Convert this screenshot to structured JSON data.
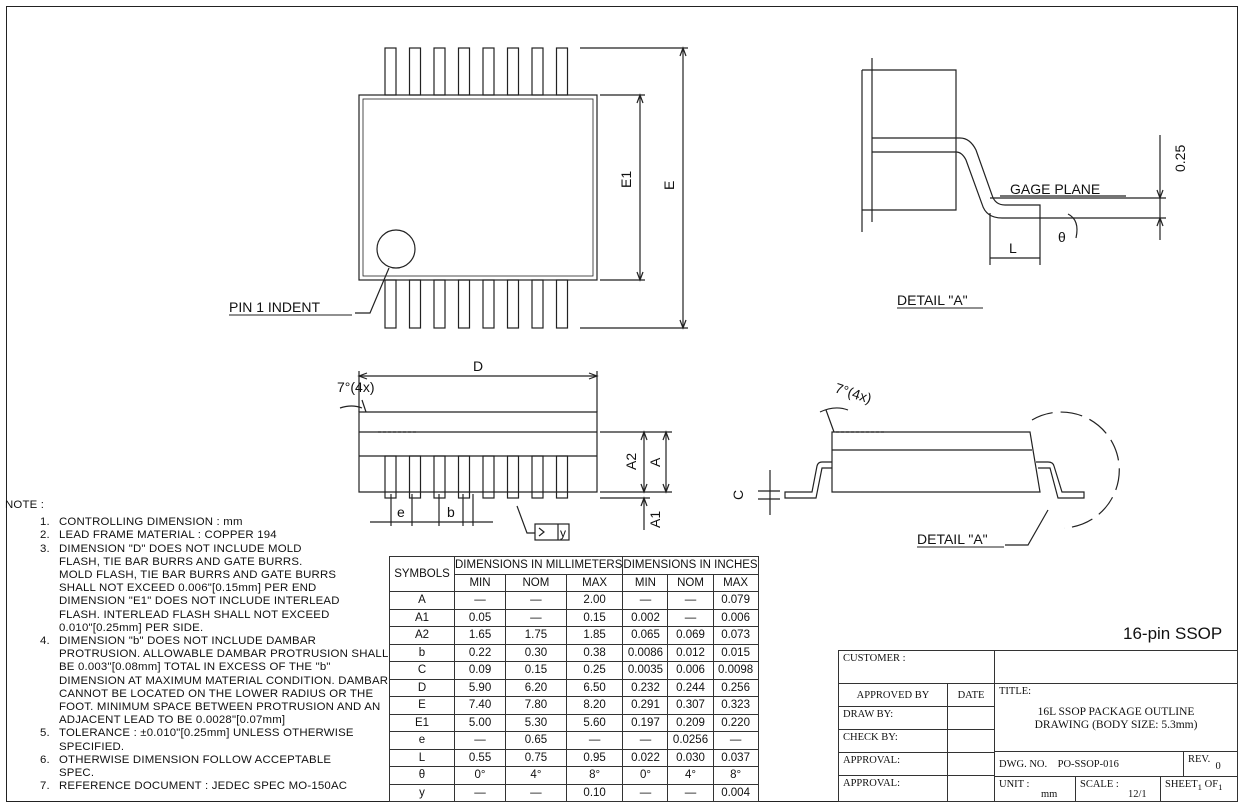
{
  "drawing": {
    "pin1_label": "PIN 1 INDENT",
    "dim_E1": "E1",
    "dim_E": "E",
    "dim_D": "D",
    "dim_A": "A",
    "dim_A1": "A1",
    "dim_A2": "A2",
    "dim_b": "b",
    "dim_e": "e",
    "dim_C": "C",
    "dim_L": "L",
    "dim_theta": "θ",
    "dim_y": "y",
    "angle_left": "7°(4x)",
    "angle_right": "7°(4x)",
    "gage_plane": "GAGE PLANE",
    "gage_value": "0.25",
    "detail_a_title": "DETAIL \"A\"",
    "detail_a_callout": "DETAIL \"A\"",
    "package_name": "16-pin SSOP"
  },
  "notes": {
    "heading": "NOTE :",
    "items": [
      {
        "num": "1.",
        "text": "CONTROLLING DIMENSION : mm"
      },
      {
        "num": "2.",
        "text": "LEAD FRAME MATERIAL : COPPER 194"
      },
      {
        "num": "3.",
        "text": "DIMENSION \"D\" DOES NOT INCLUDE MOLD\nFLASH, TIE BAR BURRS AND GATE BURRS.\nMOLD FLASH, TIE BAR BURRS AND GATE BURRS\nSHALL NOT EXCEED 0.006\"[0.15mm] PER END\nDIMENSION \"E1\" DOES NOT INCLUDE INTERLEAD\nFLASH. INTERLEAD FLASH SHALL NOT EXCEED\n0.010\"[0.25mm] PER SIDE."
      },
      {
        "num": "4.",
        "text": "DIMENSION \"b\" DOES NOT INCLUDE DAMBAR\nPROTRUSION. ALLOWABLE DAMBAR PROTRUSION SHALL\nBE 0.003\"[0.08mm] TOTAL IN EXCESS OF THE \"b\"\nDIMENSION AT MAXIMUM MATERIAL CONDITION. DAMBAR\nCANNOT BE LOCATED ON THE LOWER RADIUS OR THE\nFOOT. MINIMUM SPACE BETWEEN PROTRUSION AND AN\nADJACENT LEAD TO BE 0.0028\"[0.07mm]"
      },
      {
        "num": "5.",
        "text": "TOLERANCE : ±0.010\"[0.25mm] UNLESS OTHERWISE\nSPECIFIED."
      },
      {
        "num": "6.",
        "text": "OTHERWISE DIMENSION FOLLOW ACCEPTABLE\nSPEC."
      },
      {
        "num": "7.",
        "text": "REFERENCE DOCUMENT : JEDEC SPEC MO-150AC"
      }
    ]
  },
  "table": {
    "symbols_header": "SYMBOLS",
    "mm_header": "DIMENSIONS IN MILLIMETERS",
    "in_header": "DIMENSIONS IN INCHES",
    "sub_headers": [
      "MIN",
      "NOM",
      "MAX",
      "MIN",
      "NOM",
      "MAX"
    ],
    "rows": [
      [
        "A",
        "—",
        "—",
        "2.00",
        "—",
        "—",
        "0.079"
      ],
      [
        "A1",
        "0.05",
        "—",
        "0.15",
        "0.002",
        "—",
        "0.006"
      ],
      [
        "A2",
        "1.65",
        "1.75",
        "1.85",
        "0.065",
        "0.069",
        "0.073"
      ],
      [
        "b",
        "0.22",
        "0.30",
        "0.38",
        "0.0086",
        "0.012",
        "0.015"
      ],
      [
        "C",
        "0.09",
        "0.15",
        "0.25",
        "0.0035",
        "0.006",
        "0.0098"
      ],
      [
        "D",
        "5.90",
        "6.20",
        "6.50",
        "0.232",
        "0.244",
        "0.256"
      ],
      [
        "E",
        "7.40",
        "7.80",
        "8.20",
        "0.291",
        "0.307",
        "0.323"
      ],
      [
        "E1",
        "5.00",
        "5.30",
        "5.60",
        "0.197",
        "0.209",
        "0.220"
      ],
      [
        "e",
        "—",
        "0.65",
        "—",
        "—",
        "0.0256",
        "—"
      ],
      [
        "L",
        "0.55",
        "0.75",
        "0.95",
        "0.022",
        "0.030",
        "0.037"
      ],
      [
        "θ",
        "0°",
        "4°",
        "8°",
        "0°",
        "4°",
        "8°"
      ],
      [
        "y",
        "—",
        "—",
        "0.10",
        "—",
        "—",
        "0.004"
      ]
    ]
  },
  "title_block": {
    "customer_label": "CUSTOMER :",
    "approved_by": "APPROVED BY",
    "date": "DATE",
    "title_label": "TITLE:",
    "title_line1": "16L SSOP PACKAGE OUTLINE",
    "title_line2": "DRAWING (BODY SIZE: 5.3mm)",
    "draw_by": "DRAW BY:",
    "check_by": "CHECK BY:",
    "approval1": "APPROVAL:",
    "approval2": "APPROVAL:",
    "dwg_no_label": "DWG. NO.",
    "dwg_no": "PO-SSOP-016",
    "rev_label": "REV.",
    "rev": "0",
    "unit_label": "UNIT :",
    "unit": "mm",
    "scale_label": "SCALE :",
    "scale": "12/1",
    "sheet_label": "SHEET",
    "sheet_num": "1",
    "of_label": "OF",
    "sheet_total": "1"
  }
}
